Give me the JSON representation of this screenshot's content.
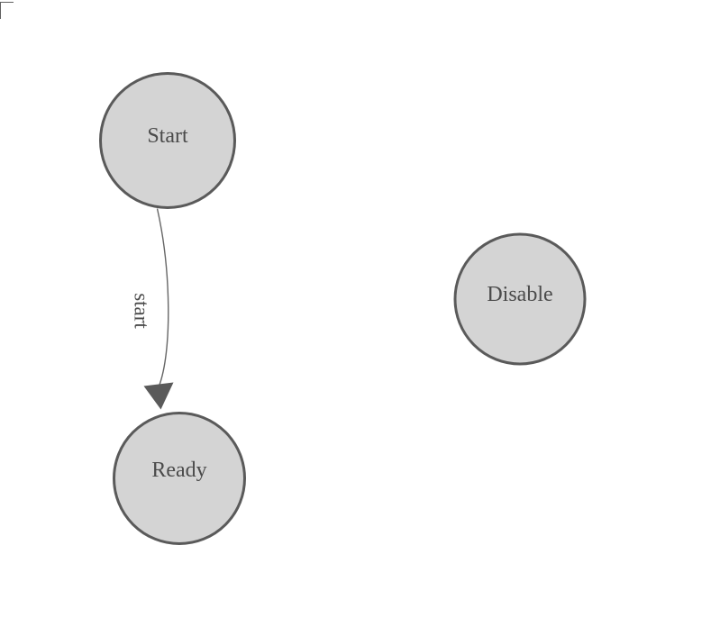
{
  "diagram": {
    "type": "state-machine",
    "nodes": [
      {
        "id": "start",
        "label": "Start"
      },
      {
        "id": "ready",
        "label": "Ready"
      },
      {
        "id": "disable",
        "label": "Disable"
      }
    ],
    "edges": [
      {
        "from": "Start",
        "to": "Ready",
        "label": "start"
      }
    ],
    "colors": {
      "background": "#ffffff",
      "node_fill": "#d4d4d4",
      "node_stroke": "#5a5a5a",
      "label_text": "#4b4b4b",
      "edge_stroke": "#666666",
      "arrowhead_fill": "#5a5a5a",
      "corner_mark": "#5f5f5f"
    }
  }
}
